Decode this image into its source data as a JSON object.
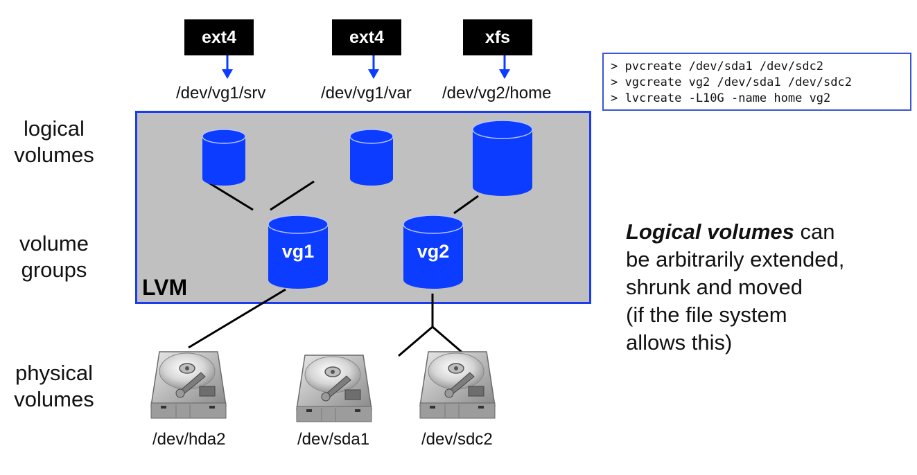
{
  "row_labels": {
    "logical": "logical\nvolumes",
    "logical_line1": "logical",
    "logical_line2": "volumes",
    "groups_line1": "volume",
    "groups_line2": "groups",
    "physical_line1": "physical",
    "physical_line2": "volumes"
  },
  "filesystems": [
    {
      "type": "ext4",
      "device": "/dev/vg1/srv"
    },
    {
      "type": "ext4",
      "device": "/dev/vg1/var"
    },
    {
      "type": "xfs",
      "device": "/dev/vg2/home"
    }
  ],
  "lvm": {
    "label": "LVM",
    "volume_groups": [
      {
        "name": "vg1",
        "logical_volumes": [
          "/dev/vg1/srv",
          "/dev/vg1/var"
        ],
        "physical_volumes": [
          "/dev/hda2"
        ]
      },
      {
        "name": "vg2",
        "logical_volumes": [
          "/dev/vg2/home"
        ],
        "physical_volumes": [
          "/dev/sda1",
          "/dev/sdc2"
        ]
      }
    ]
  },
  "physical_volumes": [
    "/dev/hda2",
    "/dev/sda1",
    "/dev/sdc2"
  ],
  "commands": [
    "> pvcreate /dev/sda1 /dev/sdc2",
    "> vgcreate vg2 /dev/sda1 /dev/sdc2",
    "> lvcreate -L10G -name home vg2"
  ],
  "description": {
    "emphasis": "Logical volumes",
    "rest_line1": " can",
    "line2": "be arbitrarily extended,",
    "line3": "shrunk and moved",
    "line4": "(if the file system",
    "line5": "allows this)"
  },
  "colors": {
    "accent_blue": "#0b3cff",
    "lvm_bg": "#c0c0c0",
    "lvm_border": "#1a3df0"
  }
}
